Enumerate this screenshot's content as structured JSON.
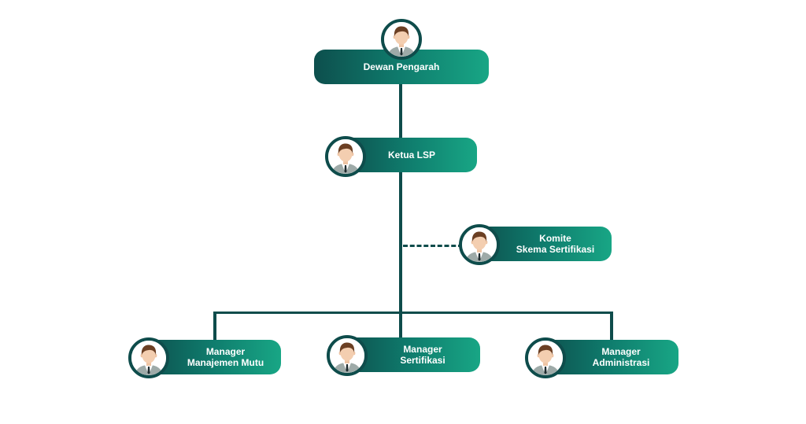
{
  "colors": {
    "line": "#0e4c4b",
    "node_dark": "#0d4f4d",
    "node_light": "#18a685"
  },
  "nodes": {
    "dewan": {
      "label": "Dewan Pengarah"
    },
    "ketua": {
      "label": "Ketua LSP"
    },
    "komite": {
      "line1": "Komite",
      "line2": "Skema Sertifikasi"
    },
    "mutu": {
      "line1": "Manager",
      "line2": "Manajemen Mutu"
    },
    "sertifikasi": {
      "line1": "Manager",
      "line2": "Sertifikasi"
    },
    "administrasi": {
      "line1": "Manager",
      "line2": "Administrasi"
    }
  },
  "icons": {
    "avatar": "person-avatar-icon"
  }
}
